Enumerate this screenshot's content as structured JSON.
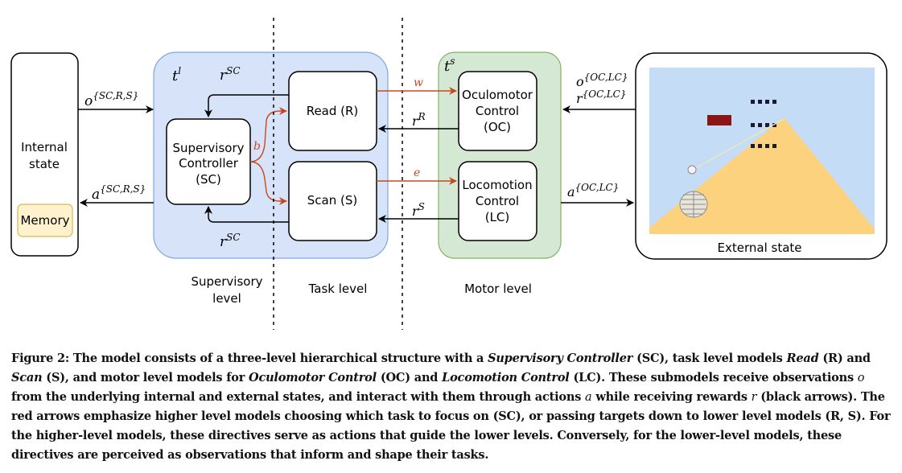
{
  "figure": {
    "internal_state": {
      "label_line1": "Internal",
      "label_line2": "state",
      "memory_label": "Memory"
    },
    "supervisory_block": {
      "timescale_symbol": "t",
      "timescale_superscript": "l",
      "controller_line1": "Supervisory",
      "controller_line2": "Controller",
      "controller_line3": "(SC)",
      "reward_top_symbol": "r",
      "reward_top_superscript": "SC",
      "reward_bottom_symbol": "r",
      "reward_bottom_superscript": "SC",
      "choice_label": "b"
    },
    "task_models": {
      "read_label": "Read (R)",
      "scan_label": "Scan (S)"
    },
    "motor_block": {
      "timescale_symbol": "t",
      "timescale_superscript": "s",
      "oc_line1": "Oculomotor",
      "oc_line2": "Control",
      "oc_line3": "(OC)",
      "lc_line1": "Locomotion",
      "lc_line2": "Control",
      "lc_line3": "(LC)"
    },
    "arrows": {
      "obs_internal_symbol": "o",
      "obs_internal_superscript": "{SC,R,S}",
      "act_internal_symbol": "a",
      "act_internal_superscript": "{SC,R,S}",
      "target_w": "w",
      "target_e": "e",
      "reward_read_symbol": "r",
      "reward_read_superscript": "R",
      "reward_scan_symbol": "r",
      "reward_scan_superscript": "S",
      "obs_external_symbol": "o",
      "obs_external_superscript": "{OC,LC}",
      "reward_external_symbol": "r",
      "reward_external_superscript": "{OC,LC}",
      "act_external_symbol": "a",
      "act_external_superscript": "{OC,LC}"
    },
    "external_state": {
      "label": "External state"
    },
    "levels": {
      "supervisory_line1": "Supervisory",
      "supervisory_line2": "level",
      "task": "Task level",
      "motor": "Motor level"
    },
    "colors": {
      "supervisory_fill": "#d6e3f8",
      "supervisory_stroke": "#7ea6e0",
      "motor_fill": "#d5e8d4",
      "motor_stroke": "#82b366",
      "memory_fill": "#fff2cc",
      "memory_stroke": "#d6b656",
      "directive_arrow": "#c8491e",
      "sky": "#c5dcf7",
      "ground": "#fcd27e"
    }
  },
  "caption": {
    "prefix": "Figure 2: The model consists of a three-level hierarchical structure with a ",
    "sc_name": "Supervisory Controller",
    "t1": " (SC), task level models ",
    "read": "Read",
    "t2": " (R) and ",
    "scan": "Scan",
    "t3": " (S), and motor level models for ",
    "oc_name": "Oculomotor Control",
    "t4": " (OC) and ",
    "lc_name": "Locomotion Control",
    "t5": " (LC). These submodels receive observations ",
    "var_o": "o",
    "t6": " from the underlying internal and external states, and interact with them through actions ",
    "var_a": "a",
    "t7": " while receiving rewards ",
    "var_r": "r",
    "t8": " (black arrows). The red arrows emphasize higher level models choosing which task to focus on (SC), or passing targets down to lower level models (R, S). For the higher-level models, these directives serve as actions that guide the lower levels. Conversely, for the lower-level models, these directives are perceived as observations that inform and shape their tasks."
  }
}
